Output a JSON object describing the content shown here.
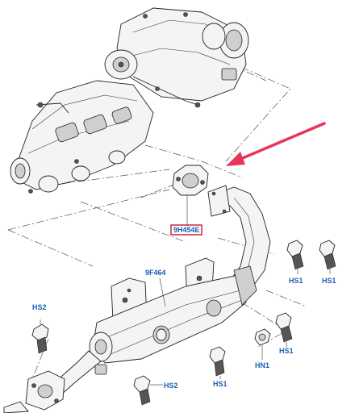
{
  "labels": {
    "gasket": "9H454E",
    "cooler": "9F464",
    "bolt_hs1_a": "HS1",
    "bolt_hs1_b": "HS1",
    "bolt_hs1_c": "HS1",
    "bolt_hs1_d": "HS1",
    "bolt_hn1": "HN1",
    "bolt_hs2_a": "HS2",
    "bolt_hs2_b": "HS2"
  },
  "colors": {
    "label_blue": "#1a5fb4",
    "highlight_red": "#d0142c",
    "arrow_pink": "#e8345a"
  }
}
